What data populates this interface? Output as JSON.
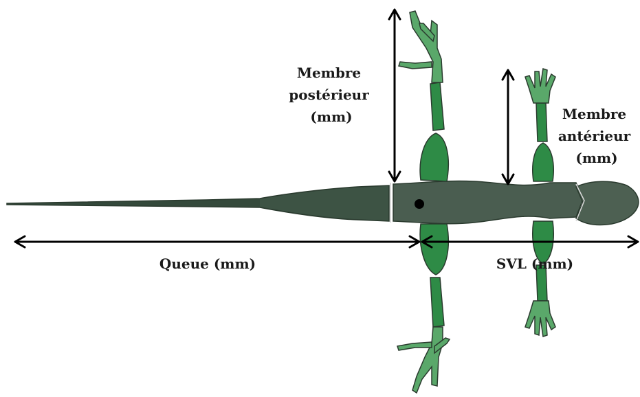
{
  "labels": {
    "hind_limb": [
      "Membre",
      "postérieur",
      "(mm)"
    ],
    "fore_limb": [
      "Membre",
      "antérieur",
      "(mm)"
    ],
    "tail": "Queue (mm)",
    "svl": "SVL (mm)"
  },
  "colors": {
    "body": "#4a5d50",
    "tail_base": "#3e5446",
    "tail_tip": "#2f4638",
    "limb_bone": "#2e8b46",
    "limb_foot": "#5aa86a",
    "eye": "#000000",
    "text": "#1a1a1a"
  }
}
